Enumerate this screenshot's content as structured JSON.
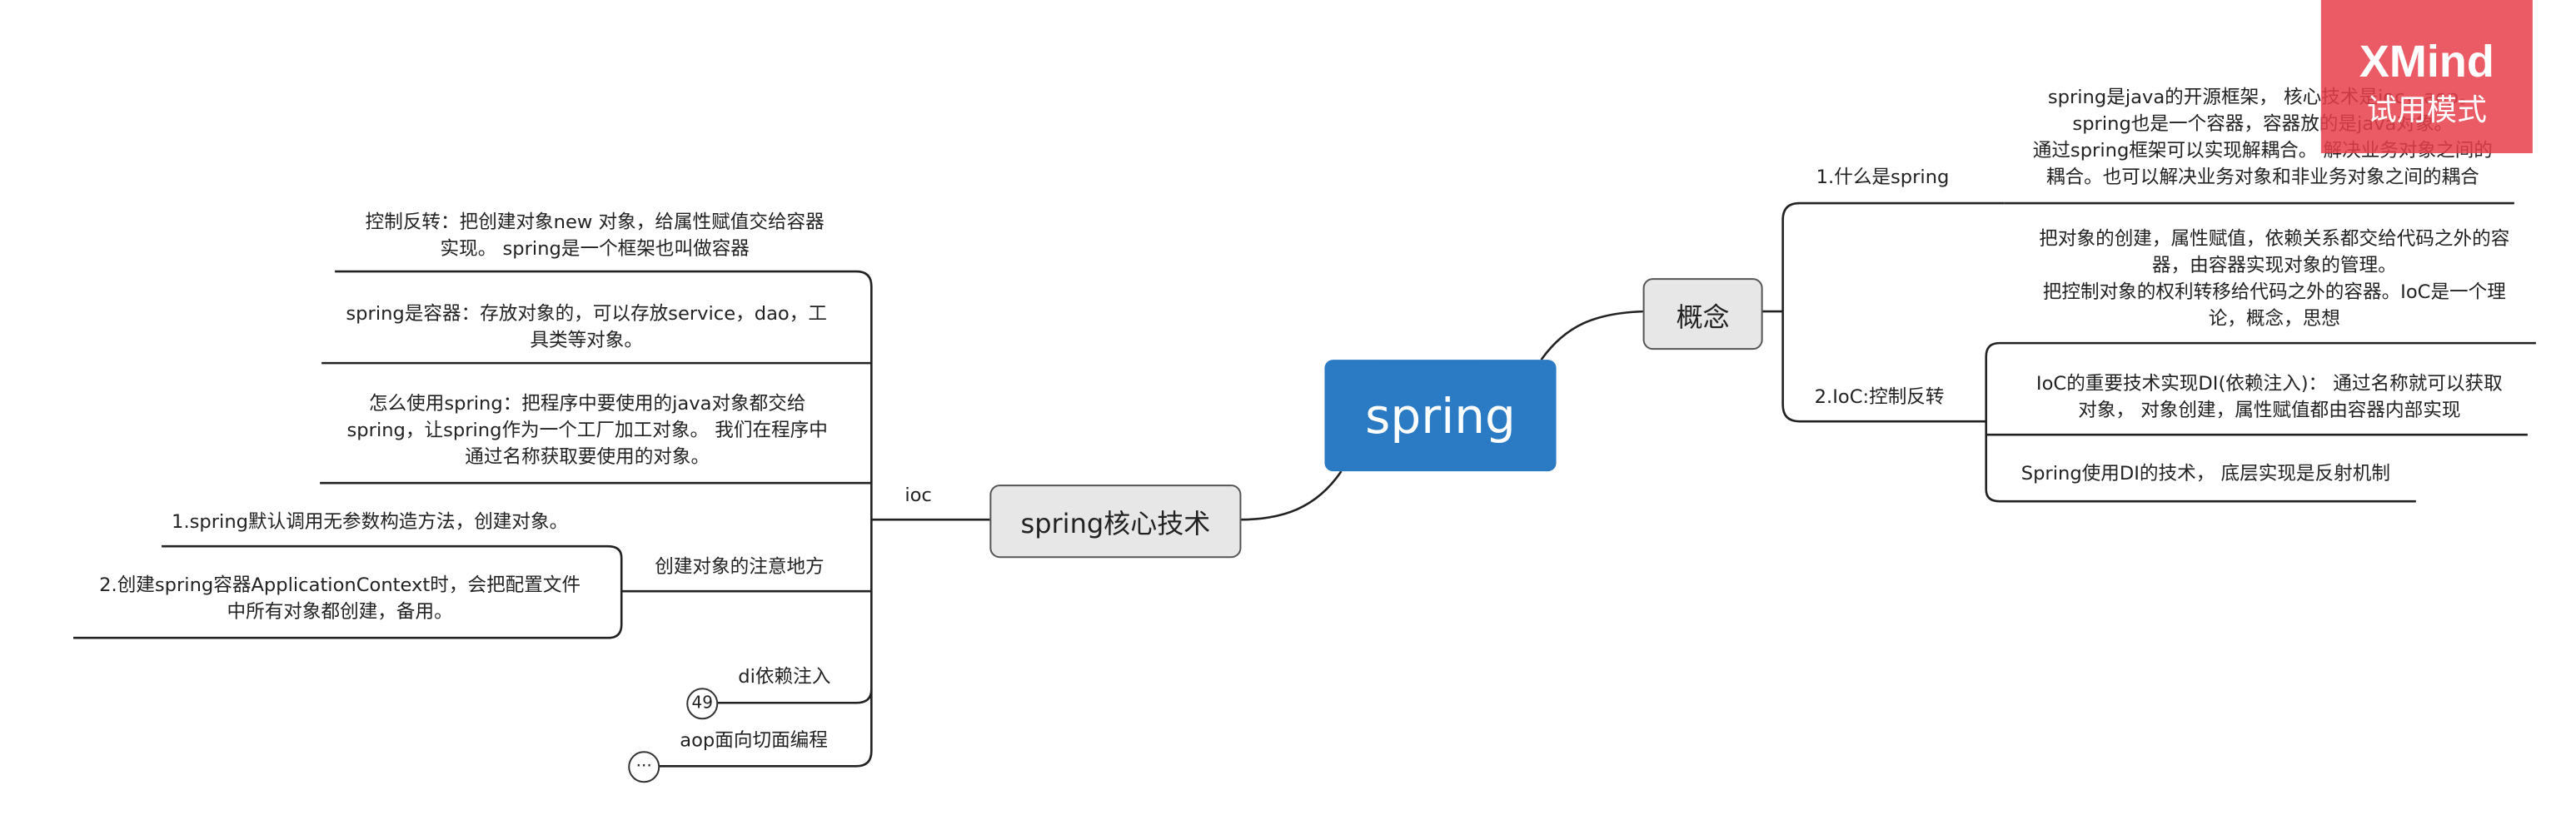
{
  "center": {
    "label": "spring"
  },
  "right_branch": {
    "label": "概念",
    "children": [
      {
        "label": "1.什么是spring",
        "notes": [
          {
            "lines": [
              "spring是java的开源框架， 核心技术是ioc，aop。",
              "spring也是一个容器，容器放的是java对象。",
              "通过spring框架可以实现解耦合。 解决业务对象之间的",
              "耦合。也可以解决业务对象和非业务对象之间的耦合"
            ]
          }
        ]
      },
      {
        "label": "2.IoC:控制反转",
        "notes": [
          {
            "lines": [
              "把对象的创建，属性赋值，依赖关系都交给代码之外的容",
              "器，由容器实现对象的管理。",
              "把控制对象的权利转移给代码之外的容器。IoC是一个理",
              "论，概念，思想"
            ]
          },
          {
            "lines": [
              "IoC的重要技术实现DI(依赖注入)： 通过名称就可以获取",
              "对象， 对象创建，属性赋值都由容器内部实现"
            ]
          },
          {
            "lines": [
              "Spring使用DI的技术， 底层实现是反射机制"
            ]
          }
        ]
      }
    ]
  },
  "left_branch": {
    "label": "spring核心技术",
    "ioc": {
      "label": "ioc",
      "notes": [
        {
          "lines": [
            "控制反转：把创建对象new 对象，给属性赋值交给容器",
            "实现。 spring是一个框架也叫做容器"
          ]
        },
        {
          "lines": [
            "spring是容器：存放对象的，可以存放service，dao，工",
            "具类等对象。"
          ]
        },
        {
          "lines": [
            "怎么使用spring：把程序中要使用的java对象都交给",
            "spring，让spring作为一个工厂加工对象。 我们在程序中",
            "通过名称获取要使用的对象。"
          ]
        }
      ],
      "create_objects": {
        "label": "创建对象的注意地方",
        "notes": [
          {
            "lines": [
              "1.spring默认调用无参数构造方法，创建对象。"
            ]
          },
          {
            "lines": [
              "2.创建spring容器ApplicationContext时，会把配置文件",
              "中所有对象都创建，备用。"
            ]
          }
        ]
      },
      "di": {
        "label": "di依赖注入",
        "collapsed_count": "49"
      },
      "aop": {
        "label": "aop面向切面编程",
        "collapsed_marker": "···"
      }
    }
  },
  "watermark": {
    "title": "XMind",
    "subtitle": "试用模式"
  },
  "colors": {
    "center": "#2b7bc4",
    "line": "#222222",
    "watermark": "#e83e4b"
  }
}
